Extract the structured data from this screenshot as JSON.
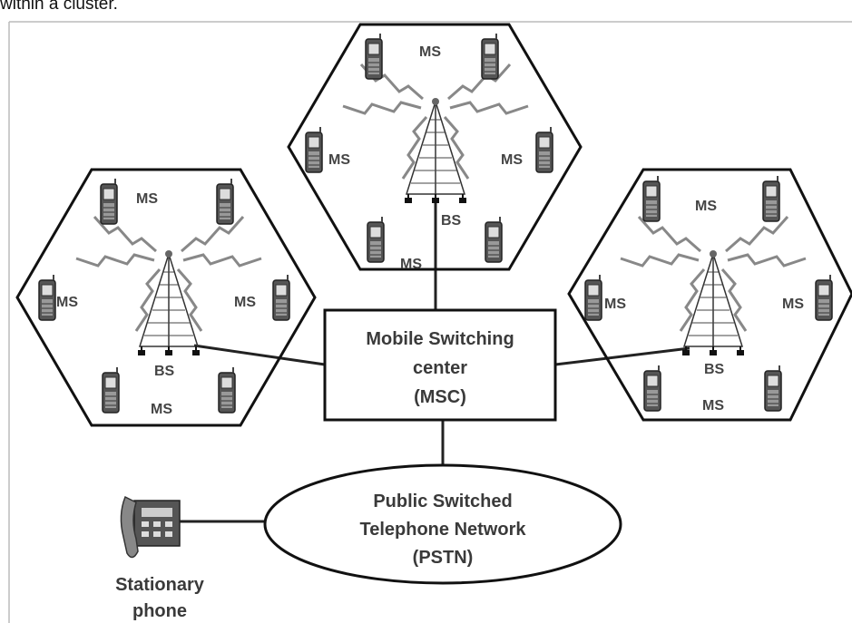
{
  "caption": "within a cluster.",
  "cells": {
    "left": {
      "ms_top": "MS",
      "ms_left": "MS",
      "ms_right": "MS",
      "ms_bottom": "MS",
      "bs": "BS"
    },
    "center": {
      "ms_top": "MS",
      "ms_left": "MS",
      "ms_right": "MS",
      "ms_bottom": "MS",
      "bs": "BS"
    },
    "right": {
      "ms_top": "MS",
      "ms_left": "MS",
      "ms_right": "MS",
      "ms_bottom": "MS",
      "bs": "BS"
    }
  },
  "msc": {
    "line1": "Mobile Switching",
    "line2": "center",
    "line3": "(MSC)"
  },
  "pstn": {
    "line1": "Public Switched",
    "line2": "Telephone Network",
    "line3": "(PSTN)"
  },
  "phone": {
    "line1": "Stationary",
    "line2": "phone"
  },
  "colors": {
    "line": "#222222",
    "text": "#444444",
    "wave": "#888888"
  }
}
